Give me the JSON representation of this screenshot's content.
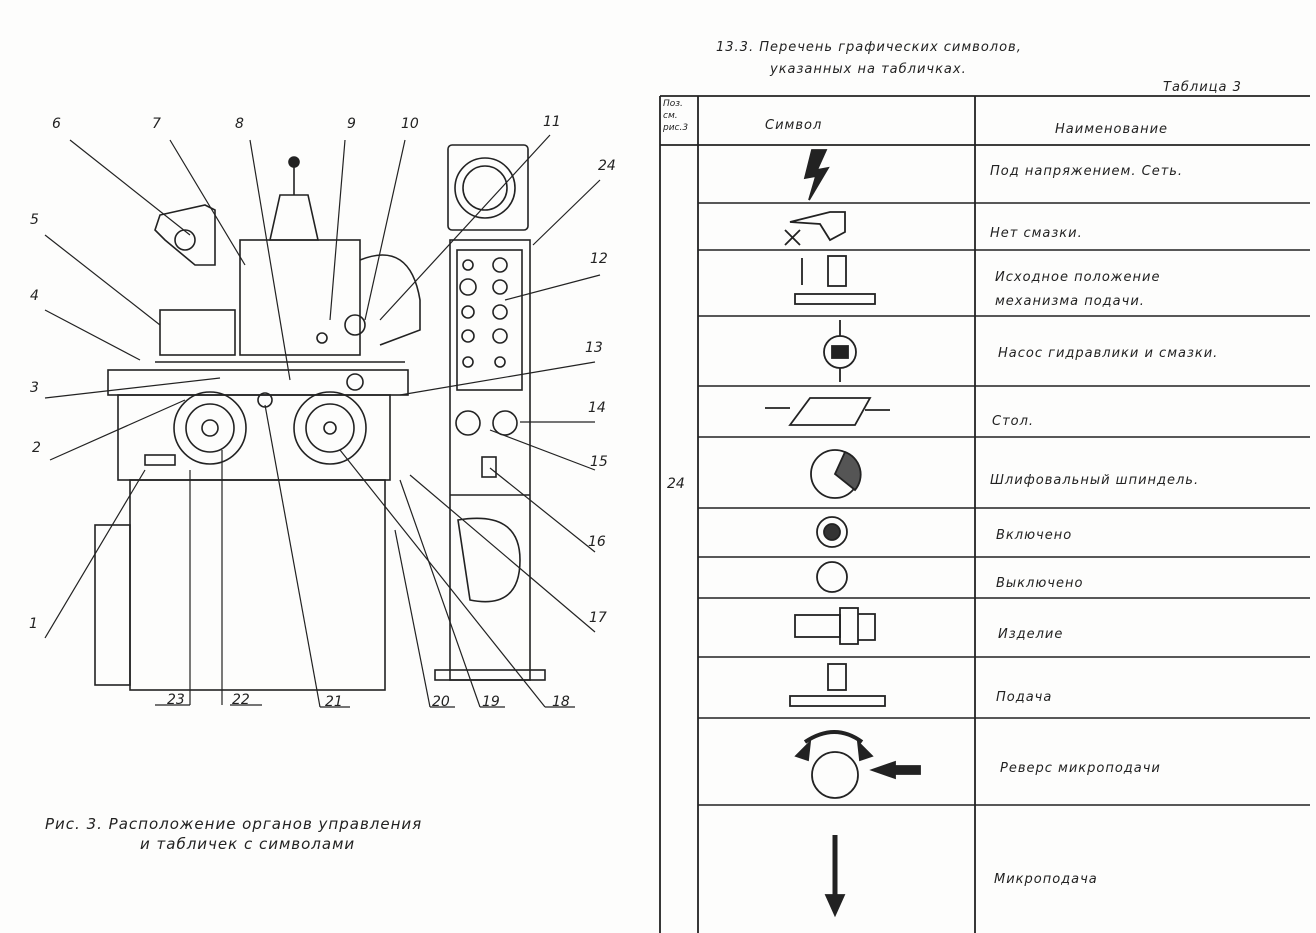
{
  "figure": {
    "caption_line1": "Рис. 3. Расположение органов управления",
    "caption_line2": "и табличек с символами",
    "callouts": [
      "1",
      "2",
      "3",
      "4",
      "5",
      "6",
      "7",
      "8",
      "9",
      "10",
      "11",
      "12",
      "13",
      "14",
      "15",
      "16",
      "17",
      "18",
      "19",
      "20",
      "21",
      "22",
      "23",
      "24"
    ]
  },
  "section": {
    "title_line1": "13.3. Перечень графических символов,",
    "title_line2": "указанных на табличках.",
    "table_label": "Таблица 3"
  },
  "table": {
    "headers": {
      "pos": "Поз. см. рис.3",
      "symbol": "Символ",
      "name": "Наименование"
    },
    "pos_value": "24",
    "rows": [
      {
        "symbol_icon": "lightning-icon",
        "name": "Под напряжением. Сеть."
      },
      {
        "symbol_icon": "no-lubrication-icon",
        "name": "Нет смазки."
      },
      {
        "symbol_icon": "feed-initial-position-icon",
        "name": "Исходное положение механизма подачи."
      },
      {
        "symbol_icon": "pump-icon",
        "name": "Насос гидравлики и смазки."
      },
      {
        "symbol_icon": "table-icon",
        "name": "Стол."
      },
      {
        "symbol_icon": "grinding-spindle-icon",
        "name": "Шлифовальный шпиндель."
      },
      {
        "symbol_icon": "on-icon",
        "name": "Включено"
      },
      {
        "symbol_icon": "off-icon",
        "name": "Выключено"
      },
      {
        "symbol_icon": "workpiece-icon",
        "name": "Изделие"
      },
      {
        "symbol_icon": "feed-icon",
        "name": "Подача"
      },
      {
        "symbol_icon": "microfeed-reverse-icon",
        "name": "Реверс микроподачи"
      },
      {
        "symbol_icon": "microfeed-icon",
        "name": "Микроподача"
      }
    ]
  }
}
